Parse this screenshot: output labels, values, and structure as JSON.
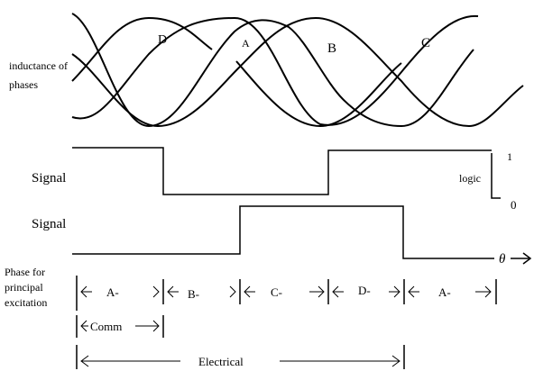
{
  "inductance_label": [
    "inductance of",
    "phases"
  ],
  "phase_letters": [
    "D",
    "A",
    "B",
    "C"
  ],
  "signal_label_1": "Signal",
  "signal_label_2": "Signal",
  "logic_label": "logic",
  "logic_high": "1",
  "logic_low": "0",
  "theta_label": "θ",
  "phase_label": [
    "Phase for",
    "principal",
    "excitation"
  ],
  "phase_intervals": [
    "A-",
    "B-",
    "C-",
    "D-",
    "A-"
  ],
  "comm_label": "Comm",
  "electrical_label": "Electrical"
}
